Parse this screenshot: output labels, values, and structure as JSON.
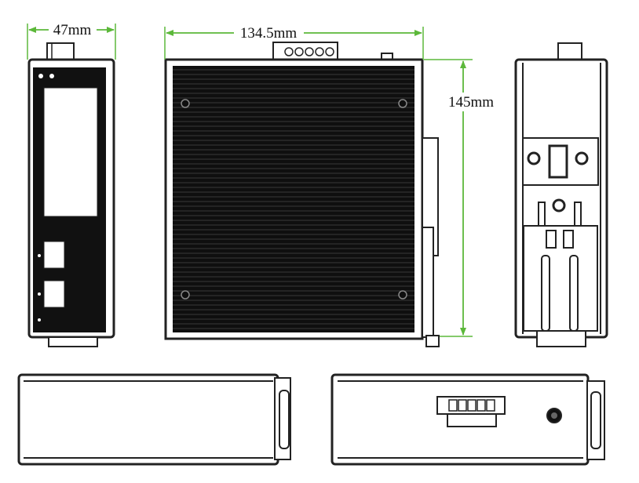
{
  "dimensions": {
    "width_front": "47mm",
    "depth_side": "134.5mm",
    "height": "145mm"
  },
  "colors": {
    "dimension_line": "#5cb83a",
    "body_outline": "#222222",
    "heatsink_fill": "#1a1a1a",
    "panel_fill": "#111111"
  }
}
